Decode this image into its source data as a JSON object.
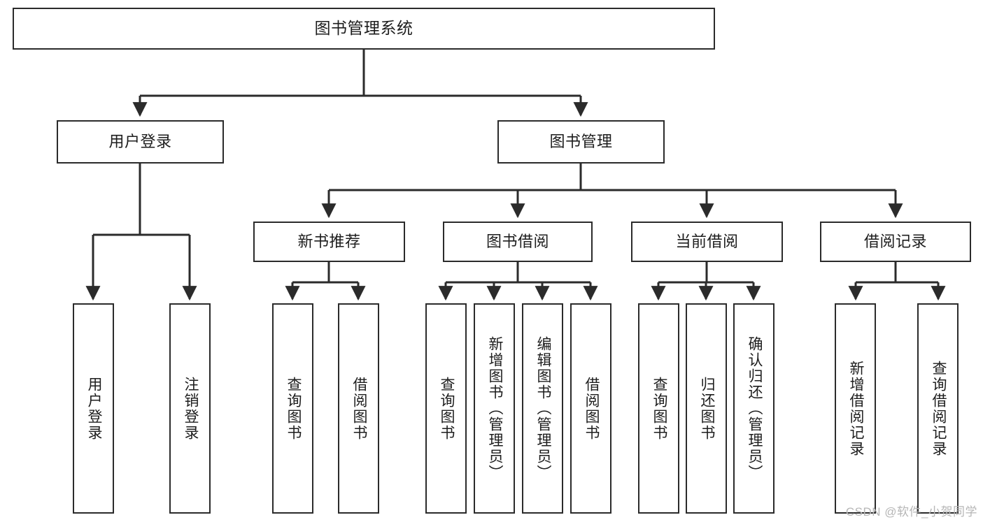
{
  "diagram": {
    "title": "图书管理系统",
    "watermark": "CSDN @软件_小贺同学",
    "colors": {
      "stroke": "#2b2b2b",
      "fill": "#ffffff",
      "text": "#1d1d1d",
      "watermark": "#b6b6b6"
    },
    "levels": {
      "root": {
        "label": "图书管理系统"
      },
      "level2": [
        {
          "label": "用户登录"
        },
        {
          "label": "图书管理"
        }
      ],
      "level3": [
        {
          "label": "新书推荐"
        },
        {
          "label": "图书借阅"
        },
        {
          "label": "当前借阅"
        },
        {
          "label": "借阅记录"
        }
      ],
      "leaves": [
        {
          "label": "用户登录",
          "parent": "用户登录"
        },
        {
          "label": "注销登录",
          "parent": "用户登录"
        },
        {
          "label": "查询图书",
          "parent": "新书推荐"
        },
        {
          "label": "借阅图书",
          "parent": "新书推荐"
        },
        {
          "label": "查询图书",
          "parent": "图书借阅"
        },
        {
          "label": "新增图书（管理员）",
          "parent": "图书借阅"
        },
        {
          "label": "编辑图书（管理员）",
          "parent": "图书借阅"
        },
        {
          "label": "借阅图书",
          "parent": "图书借阅"
        },
        {
          "label": "查询图书",
          "parent": "当前借阅"
        },
        {
          "label": "归还图书",
          "parent": "当前借阅"
        },
        {
          "label": "确认归还（管理员）",
          "parent": "当前借阅"
        },
        {
          "label": "新增借阅记录",
          "parent": "借阅记录"
        },
        {
          "label": "查询借阅记录",
          "parent": "借阅记录"
        }
      ]
    }
  }
}
